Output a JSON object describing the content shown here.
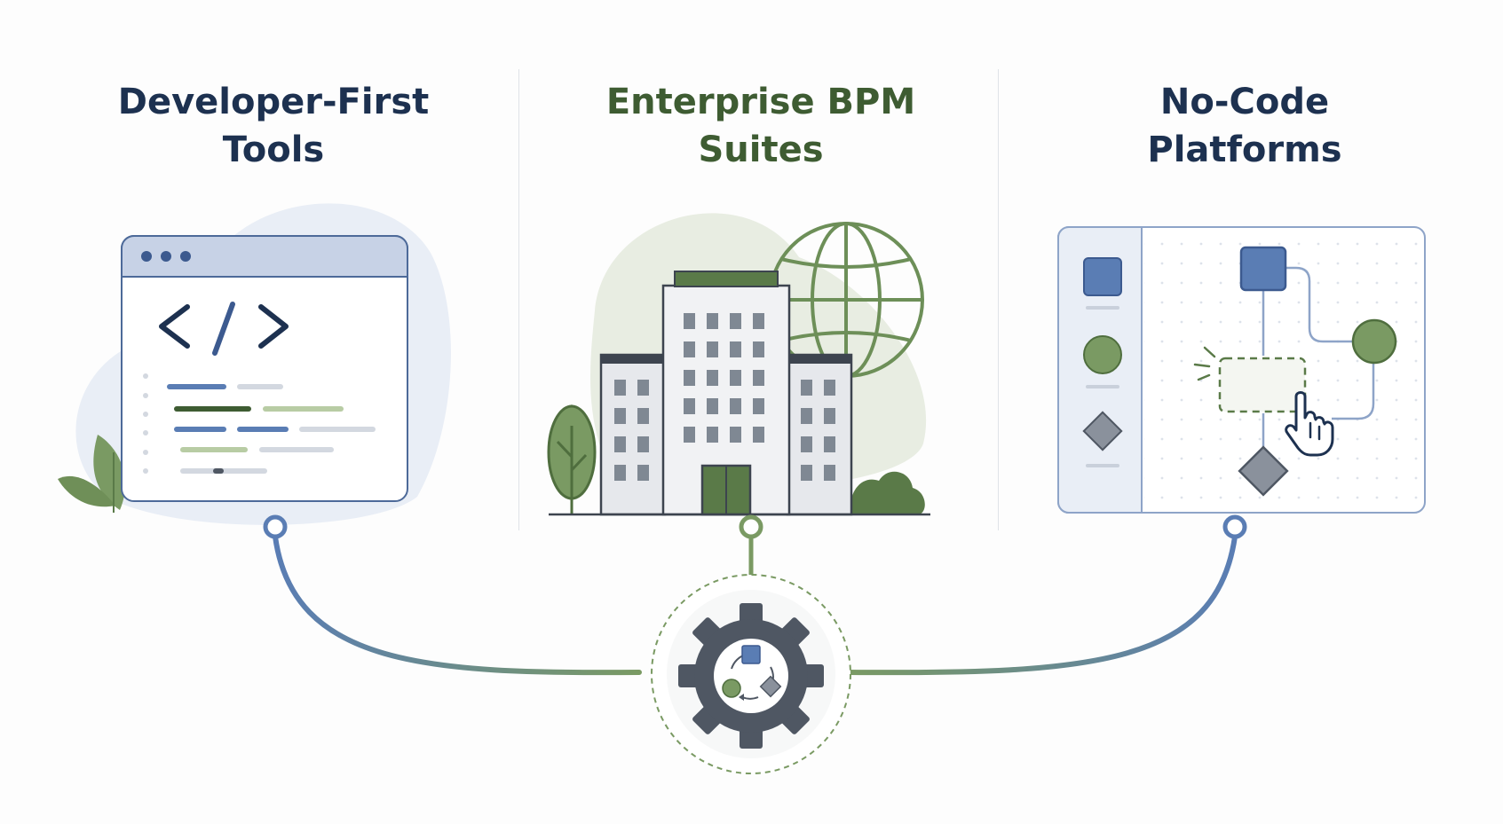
{
  "columns": [
    {
      "id": "developer-first",
      "title_line1": "Developer-First",
      "title_line2": "Tools",
      "title_color": "#1d3150"
    },
    {
      "id": "enterprise-bpm",
      "title_line1": "Enterprise BPM",
      "title_line2": "Suites",
      "title_color": "#3e5c32"
    },
    {
      "id": "no-code",
      "title_line1": "No-Code",
      "title_line2": "Platforms",
      "title_color": "#1d3150"
    }
  ],
  "colors": {
    "blue": "#5a7db4",
    "green": "#7a9a63",
    "dark_green": "#5a7a48",
    "navy": "#1d3150",
    "gray": "#8a919c",
    "gear": "#4f5763"
  },
  "icons": {
    "code_window": "code-window-icon",
    "office_building": "office-building-icon",
    "globe": "globe-icon",
    "tree": "tree-icon",
    "flow_editor": "flow-editor-icon",
    "pointer_hand": "pointer-hand-icon",
    "gear": "gear-icon",
    "leaf": "leaf-icon"
  }
}
